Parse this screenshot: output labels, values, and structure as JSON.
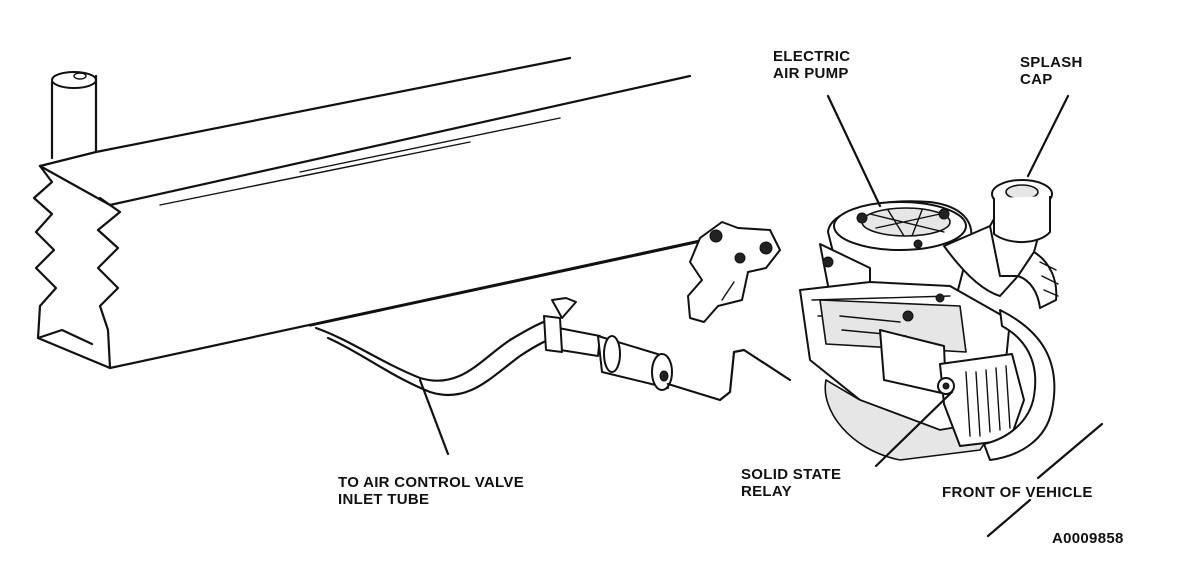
{
  "labels": {
    "electric_air_pump": [
      "ELECTRIC",
      "AIR PUMP"
    ],
    "splash_cap": [
      "SPLASH",
      "CAP"
    ],
    "air_control_valve": [
      "TO AIR CONTROL VALVE",
      "INLET TUBE"
    ],
    "solid_state_relay": [
      "SOLID STATE",
      "RELAY"
    ],
    "front_of_vehicle": "FRONT OF VEHICLE",
    "figure_id": "A0009858"
  }
}
